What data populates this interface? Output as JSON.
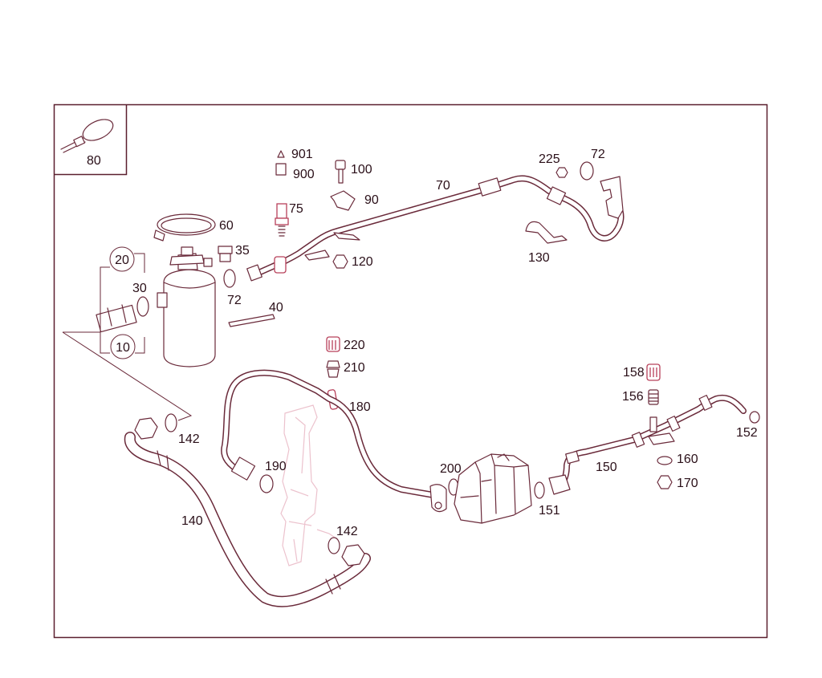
{
  "callouts": [
    "80",
    "901",
    "900",
    "100",
    "90",
    "75",
    "70",
    "225",
    "72",
    "60",
    "35",
    "120",
    "130",
    "20",
    "30",
    "72",
    "40",
    "10",
    "220",
    "210",
    "180",
    "158",
    "156",
    "152",
    "142",
    "190",
    "200",
    "160",
    "150",
    "170",
    "151",
    "140",
    "142"
  ],
  "colors": {
    "frame": "#5a1f2e",
    "line": "#6a2a3a",
    "accent": "#b8405a",
    "faint": "#ecc2cd",
    "text": "#2a0f18"
  }
}
